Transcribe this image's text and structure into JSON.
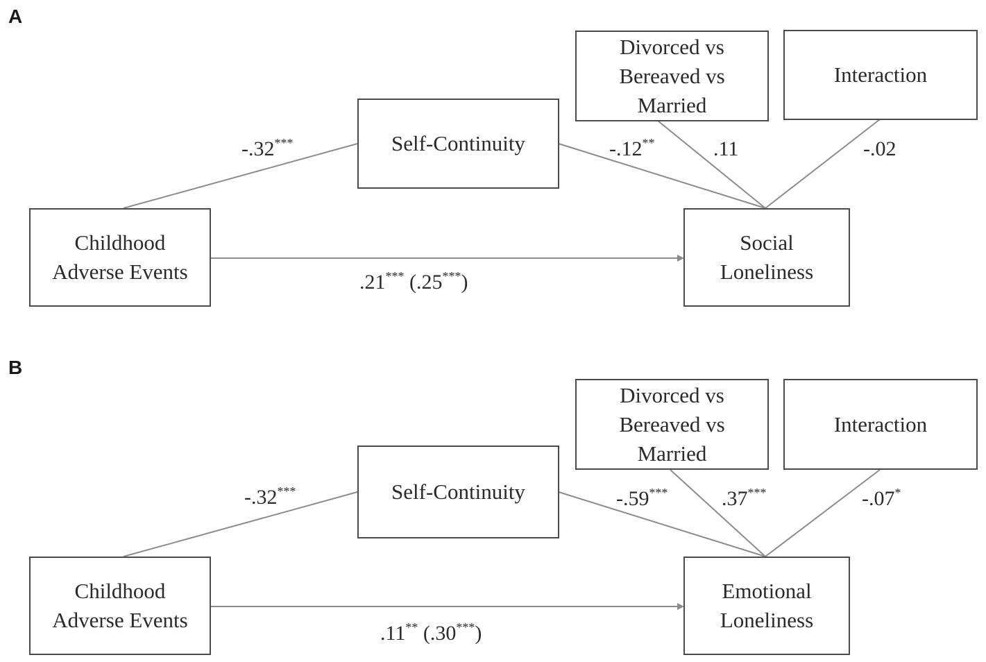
{
  "panels": [
    {
      "letter": "A",
      "boxes": {
        "self_continuity": [
          "Self-Continuity"
        ],
        "marital_status": [
          "Divorced vs",
          "Bereaved vs",
          "Married"
        ],
        "interaction": [
          "Interaction"
        ],
        "childhood": [
          "Childhood",
          "Adverse Events"
        ],
        "outcome": [
          "Social",
          "Loneliness"
        ]
      },
      "paths": {
        "childhood_to_self_continuity": {
          "value": "-.32",
          "stars": "***"
        },
        "self_continuity_to_outcome": {
          "value": "-.12",
          "stars": "**"
        },
        "marital_status_to_outcome": {
          "value": ".11",
          "stars": ""
        },
        "interaction_to_outcome": {
          "value": "-.02",
          "stars": ""
        },
        "direct": {
          "value": ".21",
          "stars": "***",
          "total_value": ".25",
          "total_stars": "***"
        }
      }
    },
    {
      "letter": "B",
      "boxes": {
        "self_continuity": [
          "Self-Continuity"
        ],
        "marital_status": [
          "Divorced vs",
          "Bereaved vs",
          "Married"
        ],
        "interaction": [
          "Interaction"
        ],
        "childhood": [
          "Childhood",
          "Adverse Events"
        ],
        "outcome": [
          "Emotional",
          "Loneliness"
        ]
      },
      "paths": {
        "childhood_to_self_continuity": {
          "value": "-.32",
          "stars": "***"
        },
        "self_continuity_to_outcome": {
          "value": "-.59",
          "stars": "***"
        },
        "marital_status_to_outcome": {
          "value": ".37",
          "stars": "***"
        },
        "interaction_to_outcome": {
          "value": "-.07",
          "stars": "*"
        },
        "direct": {
          "value": ".11",
          "stars": "**",
          "total_value": ".30",
          "total_stars": "***"
        }
      }
    }
  ],
  "colors": {
    "line": "#8c8c8c",
    "box_border": "#4a4a4a",
    "text": "#2a2a2a"
  }
}
